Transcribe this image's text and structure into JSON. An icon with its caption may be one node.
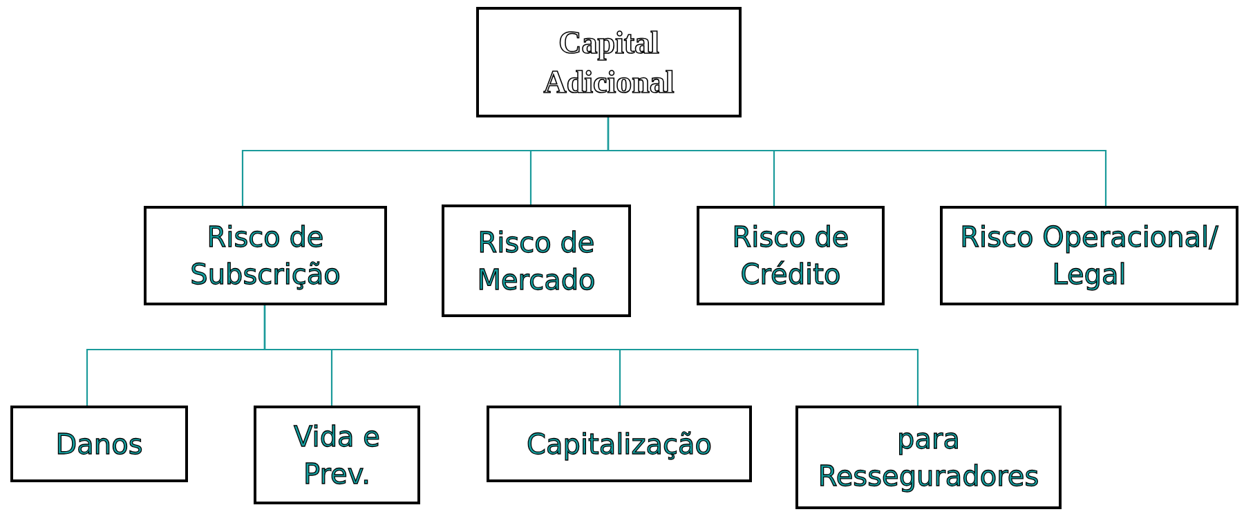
{
  "diagram": {
    "nodes": [
      {
        "text": [
          "Capital Adicional"
        ]
      },
      {
        "text": [
          "Risco de Subscrição"
        ]
      },
      {
        "text": [
          "Risco de Mercado"
        ]
      },
      {
        "text": [
          "Risco de Crédito"
        ]
      },
      {
        "text": [
          "Risco Operacional/ Legal"
        ]
      },
      {
        "text": [
          "Danos"
        ]
      },
      {
        "text": [
          "Vida e Prev."
        ]
      },
      {
        "text": [
          "Capitalização"
        ]
      },
      {
        "text": [
          "para Resseguradores"
        ]
      }
    ],
    "edges": [
      {
        "from": 0,
        "to": 1,
        "arrow": "none"
      },
      {
        "from": 0,
        "to": 2,
        "arrow": "none"
      },
      {
        "from": 0,
        "to": 3,
        "arrow": "none"
      },
      {
        "from": 0,
        "to": 4,
        "arrow": "none"
      },
      {
        "from": 1,
        "to": 5,
        "arrow": "none"
      },
      {
        "from": 1,
        "to": 6,
        "arrow": "none"
      },
      {
        "from": 1,
        "to": 7,
        "arrow": "none"
      },
      {
        "from": 1,
        "to": 8,
        "arrow": "none"
      }
    ]
  }
}
